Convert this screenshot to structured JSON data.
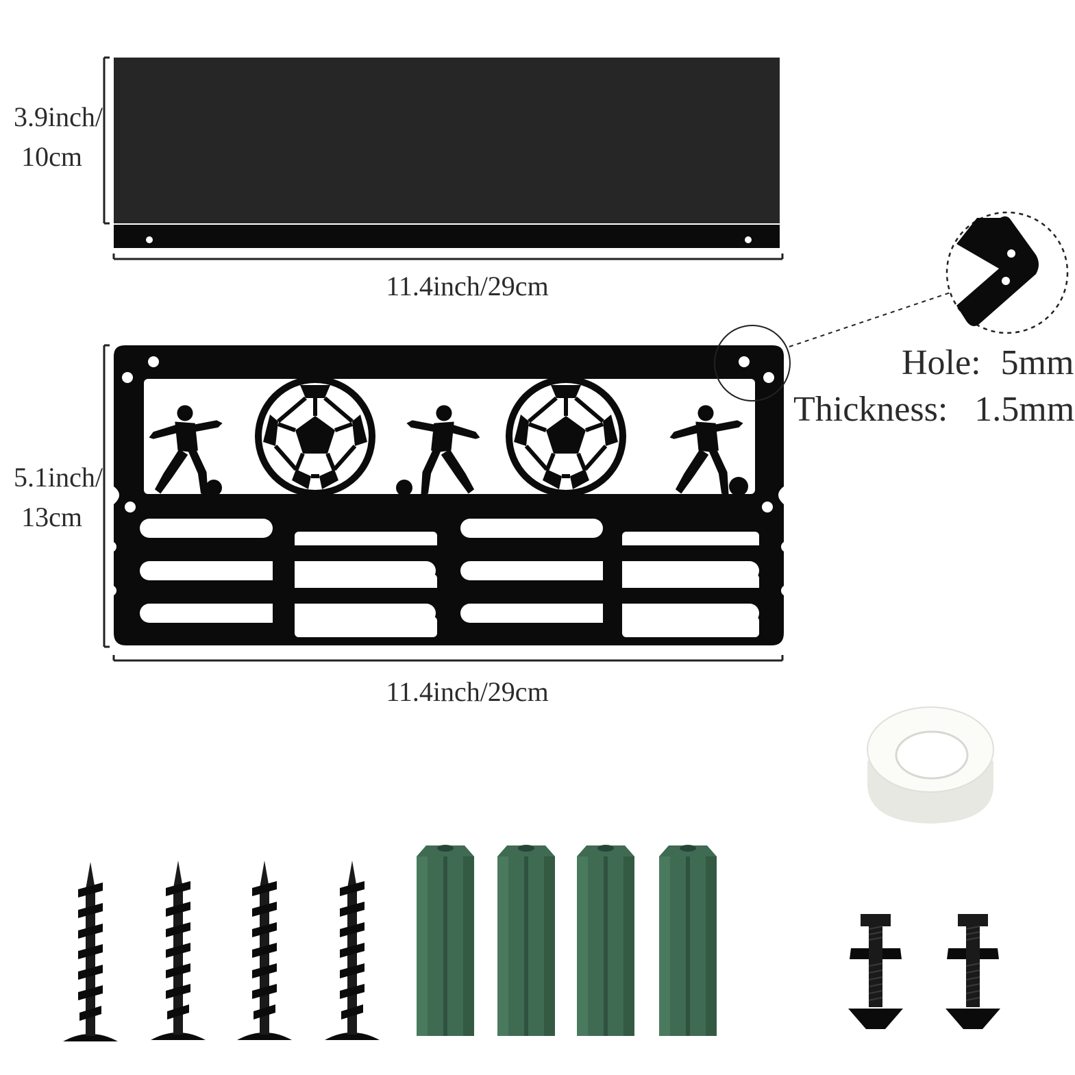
{
  "shelf": {
    "height_label_1": "3.9inch/",
    "height_label_2": "10cm",
    "width_label": "11.4inch/29cm"
  },
  "hanger": {
    "height_label_1": "5.1inch/",
    "height_label_2": "13cm",
    "width_label": "11.4inch/29cm",
    "row_count": 3
  },
  "specs": {
    "hole_label": "Hole:",
    "hole_value": "5mm",
    "thickness_label": "Thickness:",
    "thickness_value": "1.5mm"
  },
  "hardware": {
    "screws": 4,
    "anchors": 4,
    "bolts": 2,
    "spacers": 1,
    "anchor_color": "#3f6b52"
  },
  "colors": {
    "metal": "#0b0b0b",
    "shelf_panel": "#262626",
    "text": "#2b2b2b"
  }
}
